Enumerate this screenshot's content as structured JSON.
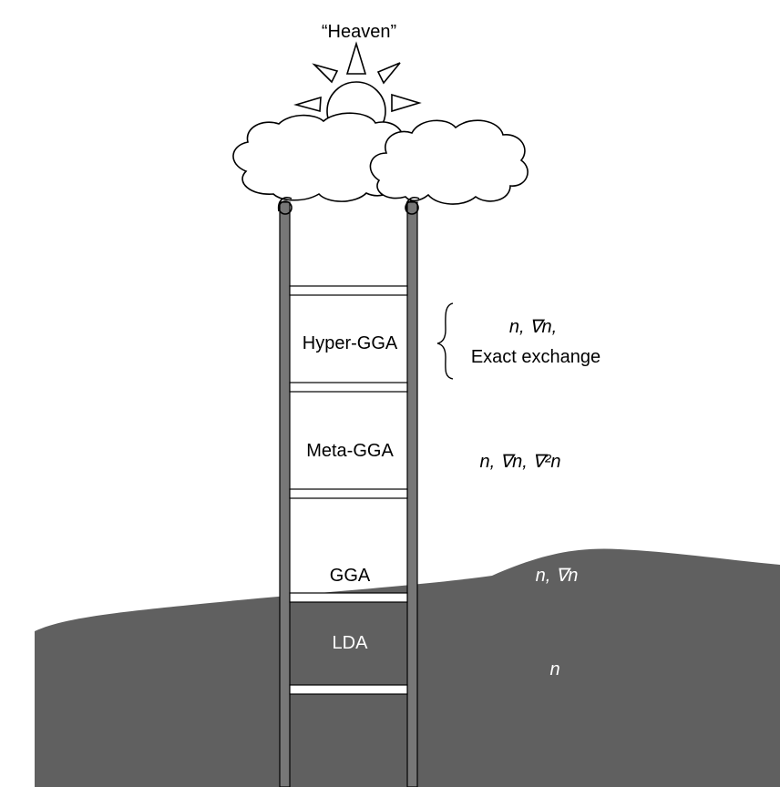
{
  "diagram": {
    "top_label": "“Heaven”",
    "rungs": [
      {
        "name": "Hyper-GGA",
        "ingredients_line1": "n, ∇n,",
        "ingredients_line2": "Exact exchange"
      },
      {
        "name": "Meta-GGA",
        "ingredients": "n, ∇n, ∇²n"
      },
      {
        "name": "GGA",
        "ingredients": "n, ∇n"
      },
      {
        "name": "LDA",
        "ingredients": "n"
      }
    ]
  },
  "colors": {
    "ground": "#606060",
    "rail": "#777777",
    "outline": "#000000",
    "background": "#ffffff",
    "text_on_ground": "#ffffff",
    "text_on_white": "#000000"
  }
}
